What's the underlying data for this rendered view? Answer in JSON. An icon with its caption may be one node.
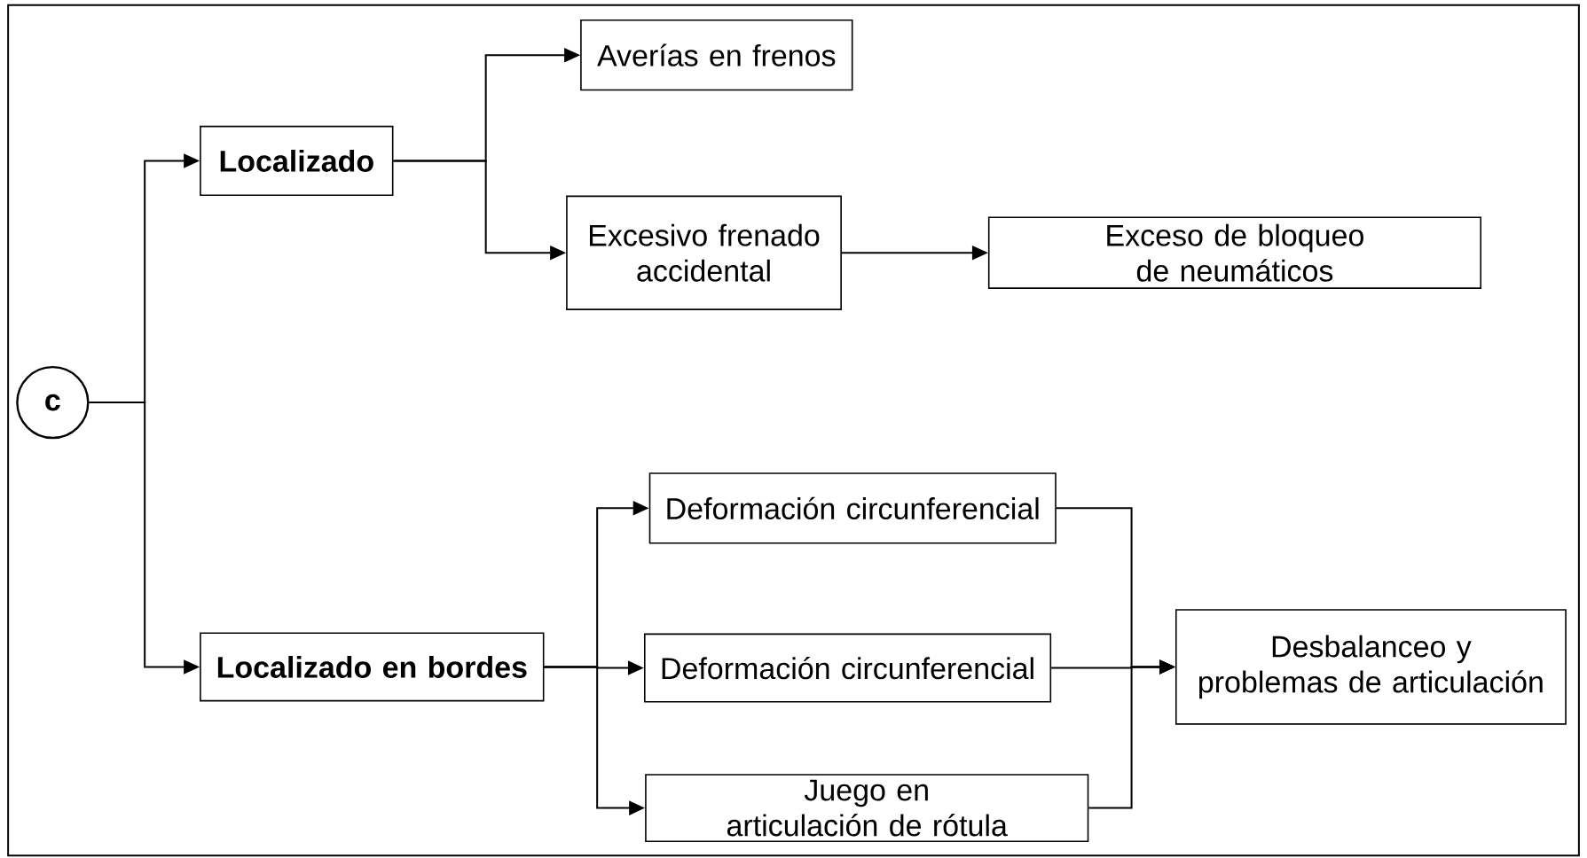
{
  "diagram": {
    "nodes": [
      {
        "text": [
          "c"
        ]
      },
      {
        "text": [
          "Localizado"
        ]
      },
      {
        "text": [
          "Averías en frenos"
        ]
      },
      {
        "text": [
          "Excesivo frenado accidental"
        ]
      },
      {
        "text": [
          "Exceso de bloqueo de neumáticos"
        ]
      },
      {
        "text": [
          "Localizado en bordes"
        ]
      },
      {
        "text": [
          "Deformación circunferencial"
        ]
      },
      {
        "text": [
          "Deformación circunferencial"
        ]
      },
      {
        "text": [
          "Juego en articulación de rótula"
        ]
      },
      {
        "text": [
          "Desbalanceo y problemas de articulación"
        ]
      }
    ],
    "edges": [
      {
        "from": 0,
        "to": 1,
        "arrow": "to"
      },
      {
        "from": 0,
        "to": 5,
        "arrow": "to"
      },
      {
        "from": 1,
        "to": 2,
        "arrow": "to"
      },
      {
        "from": 1,
        "to": 3,
        "arrow": "to"
      },
      {
        "from": 3,
        "to": 4,
        "arrow": "to"
      },
      {
        "from": 5,
        "to": 6,
        "arrow": "to"
      },
      {
        "from": 5,
        "to": 7,
        "arrow": "to"
      },
      {
        "from": 5,
        "to": 8,
        "arrow": "to"
      },
      {
        "from": 6,
        "to": 9,
        "arrow": "to"
      },
      {
        "from": 7,
        "to": 9,
        "arrow": "to"
      },
      {
        "from": 8,
        "to": 9,
        "arrow": "to"
      }
    ]
  }
}
